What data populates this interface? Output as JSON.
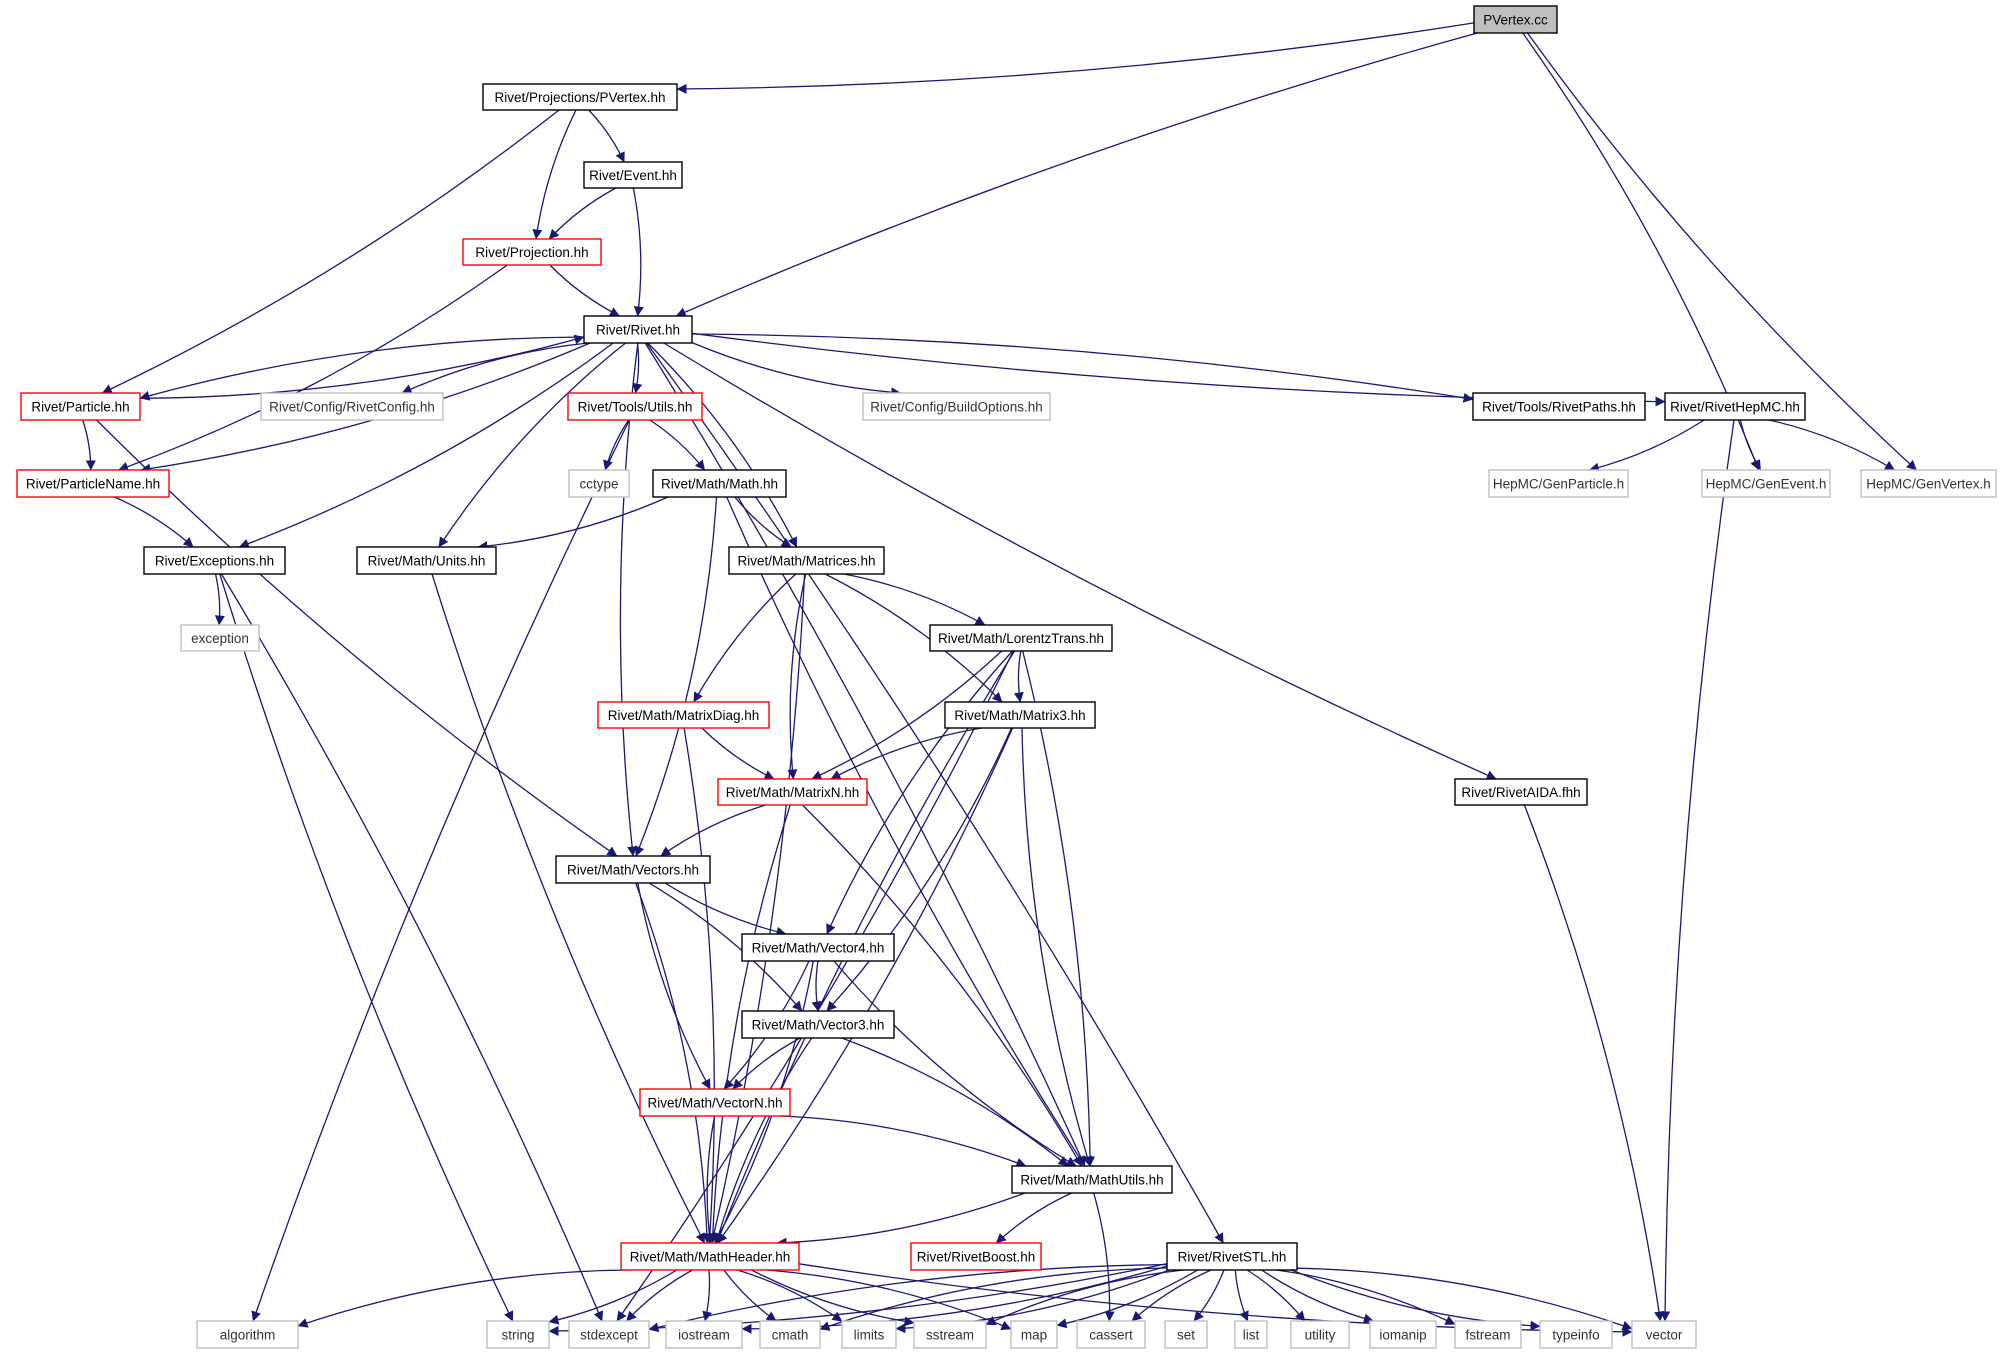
{
  "diagram": {
    "colors": {
      "edge": "#191970",
      "border_doc": "#000000",
      "border_truncated": "#ff0000",
      "border_external": "#bfbfbf",
      "root_fill": "#bfbfbf"
    },
    "nodes": [
      {
        "id": "pvertex_cc",
        "label": "PVertex.cc",
        "kind": "root"
      },
      {
        "id": "proj_pvertex",
        "label": "Rivet/Projections/PVertex.hh",
        "kind": "doc"
      },
      {
        "id": "event",
        "label": "Rivet/Event.hh",
        "kind": "doc"
      },
      {
        "id": "projection",
        "label": "Rivet/Projection.hh",
        "kind": "truncated"
      },
      {
        "id": "rivet",
        "label": "Rivet/Rivet.hh",
        "kind": "doc"
      },
      {
        "id": "particle",
        "label": "Rivet/Particle.hh",
        "kind": "truncated"
      },
      {
        "id": "rivetconfig",
        "label": "Rivet/Config/RivetConfig.hh",
        "kind": "external"
      },
      {
        "id": "utils",
        "label": "Rivet/Tools/Utils.hh",
        "kind": "truncated"
      },
      {
        "id": "buildoptions",
        "label": "Rivet/Config/BuildOptions.hh",
        "kind": "external"
      },
      {
        "id": "rivetpaths",
        "label": "Rivet/Tools/RivetPaths.hh",
        "kind": "doc"
      },
      {
        "id": "rivethepmc",
        "label": "Rivet/RivetHepMC.hh",
        "kind": "doc"
      },
      {
        "id": "particlename",
        "label": "Rivet/ParticleName.hh",
        "kind": "truncated"
      },
      {
        "id": "cctype",
        "label": "cctype",
        "kind": "external"
      },
      {
        "id": "mathmath",
        "label": "Rivet/Math/Math.hh",
        "kind": "doc"
      },
      {
        "id": "genparticle",
        "label": "HepMC/GenParticle.h",
        "kind": "external"
      },
      {
        "id": "genevent",
        "label": "HepMC/GenEvent.h",
        "kind": "external"
      },
      {
        "id": "genvertex",
        "label": "HepMC/GenVertex.h",
        "kind": "external"
      },
      {
        "id": "exceptions",
        "label": "Rivet/Exceptions.hh",
        "kind": "doc"
      },
      {
        "id": "units",
        "label": "Rivet/Math/Units.hh",
        "kind": "doc"
      },
      {
        "id": "matrices",
        "label": "Rivet/Math/Matrices.hh",
        "kind": "doc"
      },
      {
        "id": "exception",
        "label": "exception",
        "kind": "external"
      },
      {
        "id": "lorentztrans",
        "label": "Rivet/Math/LorentzTrans.hh",
        "kind": "doc"
      },
      {
        "id": "matrixdiag",
        "label": "Rivet/Math/MatrixDiag.hh",
        "kind": "truncated"
      },
      {
        "id": "matrix3",
        "label": "Rivet/Math/Matrix3.hh",
        "kind": "doc"
      },
      {
        "id": "matrixn",
        "label": "Rivet/Math/MatrixN.hh",
        "kind": "truncated"
      },
      {
        "id": "rivetaida",
        "label": "Rivet/RivetAIDA.fhh",
        "kind": "doc"
      },
      {
        "id": "vectors",
        "label": "Rivet/Math/Vectors.hh",
        "kind": "doc"
      },
      {
        "id": "vector4",
        "label": "Rivet/Math/Vector4.hh",
        "kind": "doc"
      },
      {
        "id": "vector3",
        "label": "Rivet/Math/Vector3.hh",
        "kind": "doc"
      },
      {
        "id": "vectorn",
        "label": "Rivet/Math/VectorN.hh",
        "kind": "truncated"
      },
      {
        "id": "mathutils",
        "label": "Rivet/Math/MathUtils.hh",
        "kind": "doc"
      },
      {
        "id": "mathheader",
        "label": "Rivet/Math/MathHeader.hh",
        "kind": "truncated"
      },
      {
        "id": "rivetboost",
        "label": "Rivet/RivetBoost.hh",
        "kind": "truncated"
      },
      {
        "id": "rivetstl",
        "label": "Rivet/RivetSTL.hh",
        "kind": "doc"
      },
      {
        "id": "algorithm",
        "label": "algorithm",
        "kind": "external"
      },
      {
        "id": "string",
        "label": "string",
        "kind": "external"
      },
      {
        "id": "stdexcept",
        "label": "stdexcept",
        "kind": "external"
      },
      {
        "id": "iostream",
        "label": "iostream",
        "kind": "external"
      },
      {
        "id": "cmath",
        "label": "cmath",
        "kind": "external"
      },
      {
        "id": "limits",
        "label": "limits",
        "kind": "external"
      },
      {
        "id": "sstream",
        "label": "sstream",
        "kind": "external"
      },
      {
        "id": "map",
        "label": "map",
        "kind": "external"
      },
      {
        "id": "cassert",
        "label": "cassert",
        "kind": "external"
      },
      {
        "id": "set",
        "label": "set",
        "kind": "external"
      },
      {
        "id": "list",
        "label": "list",
        "kind": "external"
      },
      {
        "id": "utility",
        "label": "utility",
        "kind": "external"
      },
      {
        "id": "iomanip",
        "label": "iomanip",
        "kind": "external"
      },
      {
        "id": "fstream",
        "label": "fstream",
        "kind": "external"
      },
      {
        "id": "typeinfo",
        "label": "typeinfo",
        "kind": "external"
      },
      {
        "id": "vector",
        "label": "vector",
        "kind": "external"
      }
    ],
    "edges": [
      [
        "pvertex_cc",
        "proj_pvertex"
      ],
      [
        "pvertex_cc",
        "rivet"
      ],
      [
        "pvertex_cc",
        "genevent"
      ],
      [
        "pvertex_cc",
        "genvertex"
      ],
      [
        "proj_pvertex",
        "event"
      ],
      [
        "proj_pvertex",
        "projection"
      ],
      [
        "proj_pvertex",
        "particle"
      ],
      [
        "event",
        "projection"
      ],
      [
        "event",
        "rivet"
      ],
      [
        "projection",
        "rivet"
      ],
      [
        "projection",
        "particlename"
      ],
      [
        "rivet",
        "particle"
      ],
      [
        "rivet",
        "particlename"
      ],
      [
        "rivet",
        "rivetconfig"
      ],
      [
        "rivet",
        "utils"
      ],
      [
        "rivet",
        "buildoptions"
      ],
      [
        "rivet",
        "rivetpaths"
      ],
      [
        "rivet",
        "rivethepmc"
      ],
      [
        "rivet",
        "exceptions"
      ],
      [
        "rivet",
        "units"
      ],
      [
        "rivet",
        "matrices"
      ],
      [
        "rivet",
        "vectors"
      ],
      [
        "rivet",
        "mathutils"
      ],
      [
        "rivet",
        "rivetaida"
      ],
      [
        "rivet",
        "rivetstl"
      ],
      [
        "particle",
        "rivet"
      ],
      [
        "particle",
        "particlename"
      ],
      [
        "particle",
        "vectors"
      ],
      [
        "particlename",
        "exceptions"
      ],
      [
        "utils",
        "cctype"
      ],
      [
        "utils",
        "mathmath"
      ],
      [
        "utils",
        "algorithm"
      ],
      [
        "rivethepmc",
        "genparticle"
      ],
      [
        "rivethepmc",
        "genevent"
      ],
      [
        "rivethepmc",
        "genvertex"
      ],
      [
        "rivethepmc",
        "vector"
      ],
      [
        "mathmath",
        "units"
      ],
      [
        "mathmath",
        "matrices"
      ],
      [
        "mathmath",
        "vectors"
      ],
      [
        "mathmath",
        "mathutils"
      ],
      [
        "exceptions",
        "exception"
      ],
      [
        "exceptions",
        "string"
      ],
      [
        "exceptions",
        "stdexcept"
      ],
      [
        "units",
        "mathheader"
      ],
      [
        "matrices",
        "lorentztrans"
      ],
      [
        "matrices",
        "matrixdiag"
      ],
      [
        "matrices",
        "matrix3"
      ],
      [
        "matrices",
        "matrixn"
      ],
      [
        "matrices",
        "mathheader"
      ],
      [
        "lorentztrans",
        "matrix3"
      ],
      [
        "lorentztrans",
        "matrixn"
      ],
      [
        "lorentztrans",
        "vector4"
      ],
      [
        "lorentztrans",
        "mathutils"
      ],
      [
        "lorentztrans",
        "mathheader"
      ],
      [
        "lorentztrans",
        "stdexcept"
      ],
      [
        "matrixdiag",
        "matrixn"
      ],
      [
        "matrixdiag",
        "mathheader"
      ],
      [
        "matrix3",
        "matrixn"
      ],
      [
        "matrix3",
        "vector3"
      ],
      [
        "matrix3",
        "mathutils"
      ],
      [
        "matrix3",
        "mathheader"
      ],
      [
        "matrixn",
        "vectors"
      ],
      [
        "matrixn",
        "mathutils"
      ],
      [
        "matrixn",
        "mathheader"
      ],
      [
        "rivetaida",
        "vector"
      ],
      [
        "vectors",
        "vector4"
      ],
      [
        "vectors",
        "vector3"
      ],
      [
        "vectors",
        "vectorn"
      ],
      [
        "vectors",
        "mathheader"
      ],
      [
        "vector4",
        "vector3"
      ],
      [
        "vector4",
        "vectorn"
      ],
      [
        "vector4",
        "mathutils"
      ],
      [
        "vector4",
        "mathheader"
      ],
      [
        "vector3",
        "vectorn"
      ],
      [
        "vector3",
        "mathutils"
      ],
      [
        "vector3",
        "mathheader"
      ],
      [
        "vectorn",
        "mathutils"
      ],
      [
        "vectorn",
        "mathheader"
      ],
      [
        "mathutils",
        "mathheader"
      ],
      [
        "mathutils",
        "rivetboost"
      ],
      [
        "mathutils",
        "cassert"
      ],
      [
        "mathheader",
        "algorithm"
      ],
      [
        "mathheader",
        "string"
      ],
      [
        "mathheader",
        "stdexcept"
      ],
      [
        "mathheader",
        "iostream"
      ],
      [
        "mathheader",
        "cmath"
      ],
      [
        "mathheader",
        "limits"
      ],
      [
        "mathheader",
        "sstream"
      ],
      [
        "mathheader",
        "map"
      ],
      [
        "mathheader",
        "vector"
      ],
      [
        "rivetstl",
        "string"
      ],
      [
        "rivetstl",
        "stdexcept"
      ],
      [
        "rivetstl",
        "iostream"
      ],
      [
        "rivetstl",
        "cmath"
      ],
      [
        "rivetstl",
        "limits"
      ],
      [
        "rivetstl",
        "sstream"
      ],
      [
        "rivetstl",
        "map"
      ],
      [
        "rivetstl",
        "cassert"
      ],
      [
        "rivetstl",
        "set"
      ],
      [
        "rivetstl",
        "list"
      ],
      [
        "rivetstl",
        "utility"
      ],
      [
        "rivetstl",
        "iomanip"
      ],
      [
        "rivetstl",
        "fstream"
      ],
      [
        "rivetstl",
        "typeinfo"
      ],
      [
        "rivetstl",
        "vector"
      ]
    ]
  }
}
